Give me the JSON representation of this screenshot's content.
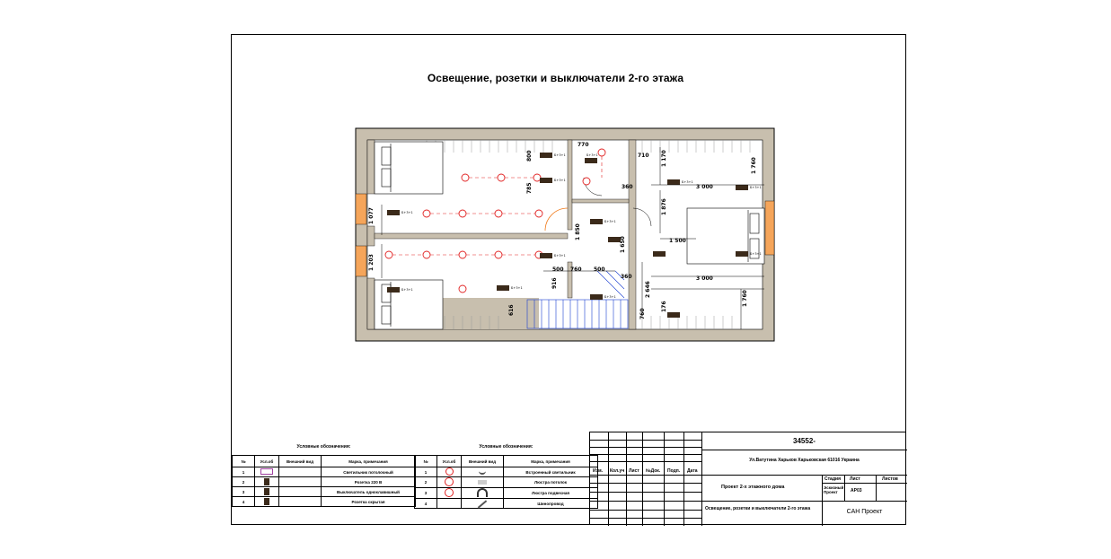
{
  "title": "Освещение, розетки и выключатели 2-го этажа",
  "dimensions": [
    "770",
    "760",
    "1 170",
    "3 000",
    "1 760",
    "360",
    "1 876",
    "1 500",
    "2 646",
    "1 760",
    "176",
    "710",
    "3 000",
    "360",
    "500",
    "760",
    "500",
    "1 850",
    "1 650",
    "1 077",
    "1 203",
    "785",
    "800",
    "916",
    "616"
  ],
  "fixture_labels": [
    "Б+3+1",
    "Б+3+1",
    "Б+3+1",
    "Б+3+1",
    "Б+3+1",
    "Б+3+1",
    "Б+3+1",
    "Б+3+1",
    "Б+3+1",
    "Б+3+1",
    "Б+3+1",
    "Б+3+1"
  ],
  "legend_left": {
    "title": "Условные обозначения:",
    "headers": [
      "№",
      "Усл.об",
      "Внешний вид",
      "Марка, примечания"
    ],
    "rows": [
      {
        "n": "1",
        "desc": "Светильник потолочный"
      },
      {
        "n": "2",
        "desc": "Розетка 220 В"
      },
      {
        "n": "3",
        "desc": "Выключатель одноклавишный"
      },
      {
        "n": "4",
        "desc": "Розетка скрытая"
      }
    ]
  },
  "legend_right": {
    "title": "Условные обозначения:",
    "headers": [
      "№",
      "Усл.об",
      "Внешний вид",
      "Марка, примечания"
    ],
    "rows": [
      {
        "n": "1",
        "desc": "Встроенный светильник"
      },
      {
        "n": "2",
        "desc": "Люстра потолок"
      },
      {
        "n": "3",
        "desc": "Люстра подвесная"
      },
      {
        "n": "4",
        "desc": "Шинопровод"
      }
    ]
  },
  "stamp": {
    "code": "34552-",
    "address": "Ул.Ватутина Харьков Харьковская 61016 Украина",
    "columns": [
      "Изм.",
      "Кол.уч",
      "Лист",
      "№Док.",
      "Подп.",
      "Дата"
    ],
    "project": "Проект 2-х этажного дома",
    "stage_headers": [
      "Стадия",
      "Лист",
      "Листов"
    ],
    "stage_values": [
      "Эскизный Проект",
      "АР03",
      ""
    ],
    "sheet_name": "Освещение, розетки и выключатели 2-го этажа",
    "company": "САН Проект"
  }
}
